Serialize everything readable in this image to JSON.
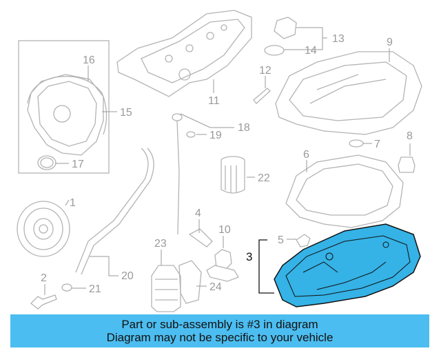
{
  "callouts": {
    "n1": "1",
    "n2": "2",
    "n3": "3",
    "n4": "4",
    "n5": "5",
    "n6": "6",
    "n7": "7",
    "n8": "8",
    "n9": "9",
    "n10": "10",
    "n11": "11",
    "n12": "12",
    "n13": "13",
    "n14": "14",
    "n15": "15",
    "n16": "16",
    "n17": "17",
    "n18": "18",
    "n19": "19",
    "n20": "20",
    "n21": "21",
    "n22": "22",
    "n23": "23",
    "n24": "24"
  },
  "highlight": {
    "part_number": "3",
    "color": "#35b2e6"
  },
  "banner": {
    "line1": "Part or sub-assembly is #3 in diagram",
    "line2": "Diagram may not be specific to your vehicle",
    "color": "#4cbdf0"
  }
}
